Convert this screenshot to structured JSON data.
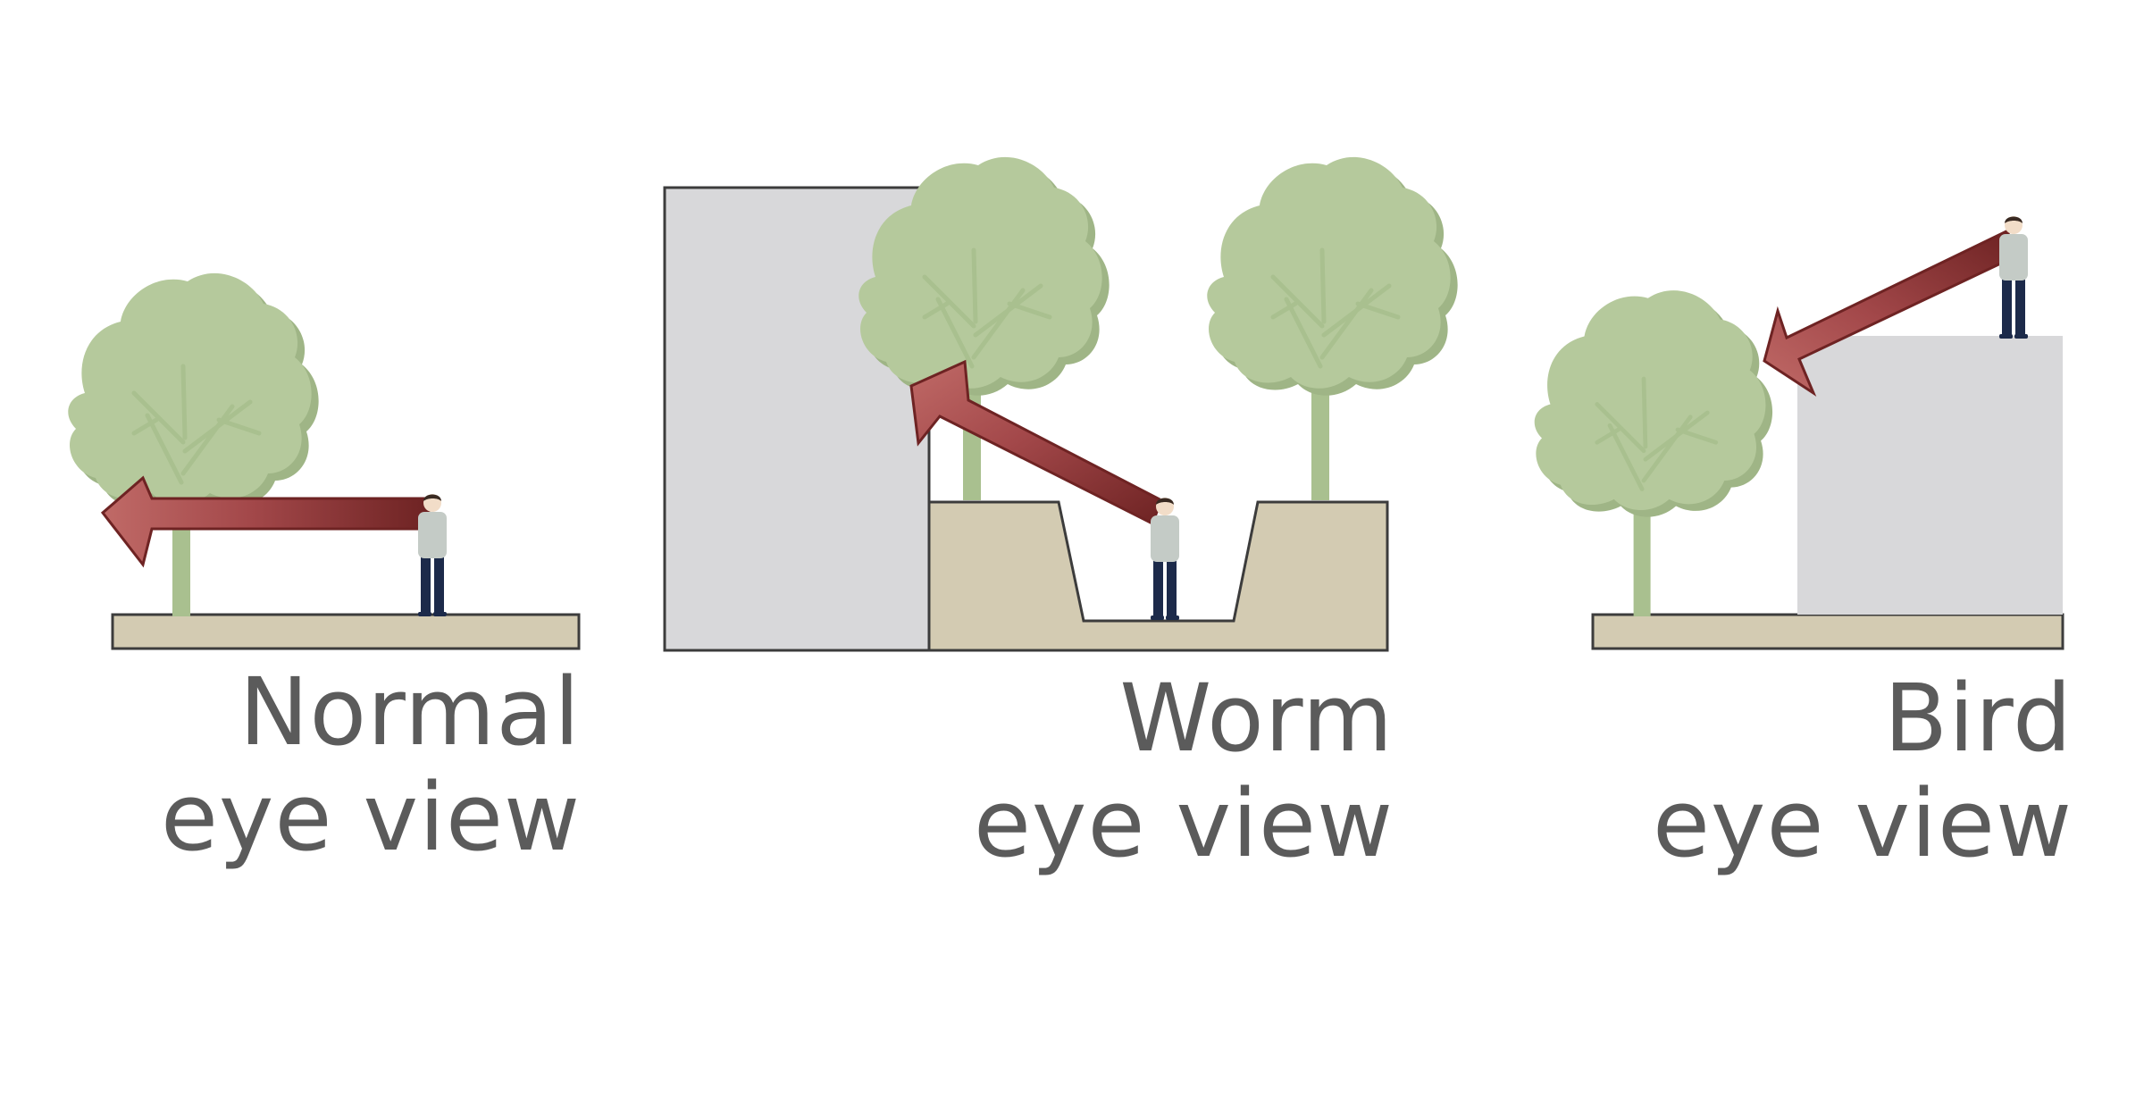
{
  "panels": [
    {
      "id": "normal",
      "caption_line1": "Normal",
      "caption_line2": "eye view"
    },
    {
      "id": "worm",
      "caption_line1": "Worm",
      "caption_line2": "eye view"
    },
    {
      "id": "bird",
      "caption_line1": "Bird",
      "caption_line2": "eye view"
    }
  ],
  "colors": {
    "ground": "#d3cbb2",
    "building": "#d8d8da",
    "outline": "#3c3c3c",
    "foliage": "#b5c99c",
    "foliage_shadow": "#9fb586",
    "trunk": "#a9c08f",
    "arrow_dark": "#6e2323",
    "arrow_mid": "#a3484a",
    "arrow_light": "#c06a67",
    "person_shirt": "#c4cbc6",
    "person_pants": "#1c2a4a",
    "person_hair": "#3a2a22",
    "person_skin": "#f2ddc8",
    "caption_text": "#5b5b5b"
  }
}
